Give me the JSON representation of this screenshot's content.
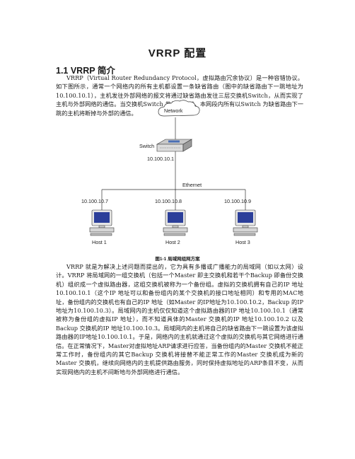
{
  "document": {
    "title": "VRRP 配置",
    "section_heading": "1.1 VRRP 简介",
    "paragraph1": "VRRP（Virtual Router Redundancy Protocol，虚拟路由冗余协议）是一种容错协议。如下图所示，通常一个网络内的所有主机都设置一条缺省路由（图中的缺省路由下一跳地址为10.100.10.1），主机发往外部网络的报文将通过缺省路由发往三层交换机Switch，从而实现了主机与外部网络的通信。当交换机Switch 发生故障时，本网段内所有以Switch 为缺省路由下一跳的主机将断掉与外部的通信。",
    "figure_caption": "图1-1 局域网组网方案",
    "paragraph2": "VRRP 就是为解决上述问题而提出的，它为具有多播或广播能力的局域网（如以太网）设计。VRRP 将局域网的一组交换机（包括一个Master 即主交换机和若干个Backup 即备份交换机）组织成一个虚拟路由器，这组交换机被称为一个备份组。虚拟的交换机拥有自己的IP 地址10.100.10.1（这个IP 地址可以和备份组内的某个交换机的接口地址相同）和专用的MAC地址，备份组内的交换机也有自己的IP 地址（如Master 的IP地址为10.100.10.2，Backup 的IP 地址为10.100.10.3）。局域网内的主机仅仅知道这个虚拟路由器的IP 地址10.100.10.1（通常被称为备份组的虚拟IP 地址），而不知道具体的Master 交换机的IP 地址10.100.10.2 以及Backup 交换机的IP 地址10.100.10.3。局域网内的主机将自己的缺省路由下一跳设置为该虚拟路由器的IP地址10.100.10.1。于是，网络内的主机就通过这个虚拟的交换机与其它网络进行通信。在正常情况下，Master对虚拟地址ARP请求进行应答，当备份组内的Master 交换机不能正常工作时，备份组内的其它Backup 交换机将接替不能正常工作的Master 交换机成为新的Master 交换机，继续向网络内的主机提供路由服务，同时保持虚拟地址的ARP条目不变，从而实现网络内的主机不间断地与外部网络进行通信。"
  },
  "diagram": {
    "network_label": "Network",
    "switch_label": "Switch",
    "switch_ip": "10.100.10.1",
    "ethernet_label": "Ethernet",
    "hosts": [
      {
        "name": "Host 1",
        "ip": "10.100.10.7"
      },
      {
        "name": "Host 2",
        "ip": "10.100.10.8"
      },
      {
        "name": "Host 3",
        "ip": "10.100.10.9"
      }
    ],
    "icons": [
      "cloud-icon",
      "switch-icon",
      "computer-icon"
    ]
  }
}
